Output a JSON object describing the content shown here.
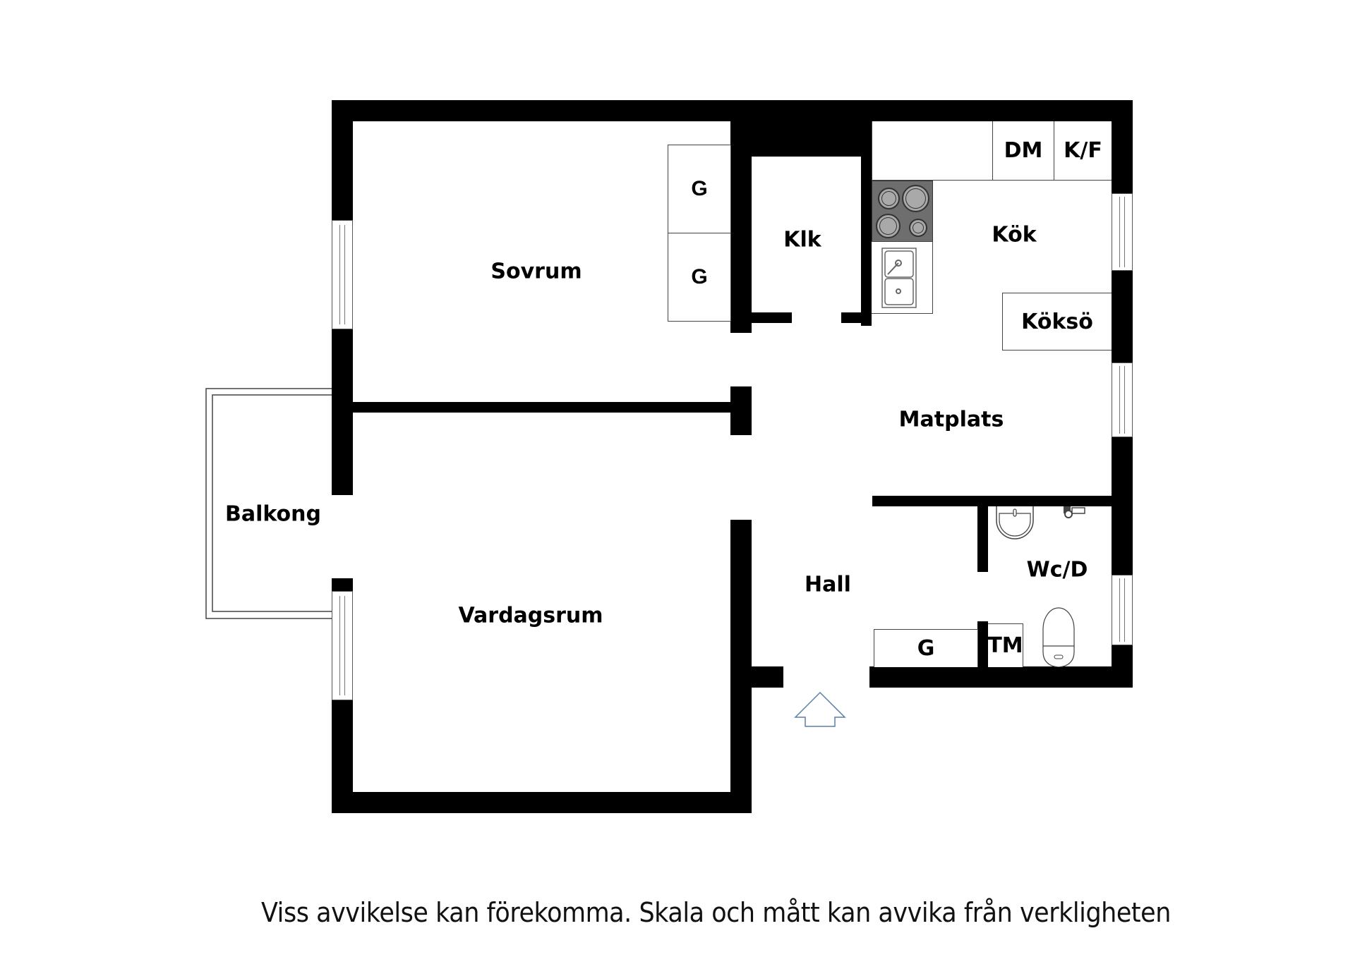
{
  "floorplan": {
    "rooms": {
      "sovrum": "Sovrum",
      "klk": "Klk",
      "kok": "Kök",
      "matplats": "Matplats",
      "balkong": "Balkong",
      "vardagsrum": "Vardagsrum",
      "hall": "Hall",
      "wc": "Wc/D"
    },
    "fixtures": {
      "wardrobe_1": "G",
      "wardrobe_2": "G",
      "wardrobe_hall": "G",
      "dishwasher": "DM",
      "fridge_freezer": "K/F",
      "kitchen_island": "Köksö",
      "washing_machine": "TM"
    },
    "icons": {
      "stove": "stove-icon",
      "sink": "kitchen-sink-icon",
      "washbasin": "washbasin-icon",
      "toilet": "toilet-icon",
      "faucet": "faucet-icon",
      "entrance": "entrance-arrow-icon"
    },
    "colors": {
      "wall": "#000000",
      "background": "#ffffff",
      "stove": "#6e6e6e",
      "entrance_arrow": "#5b7fa6"
    }
  },
  "footer": {
    "disclaimer": "Viss avvikelse kan förekomma. Skala och mått kan avvika från verkligheten"
  }
}
